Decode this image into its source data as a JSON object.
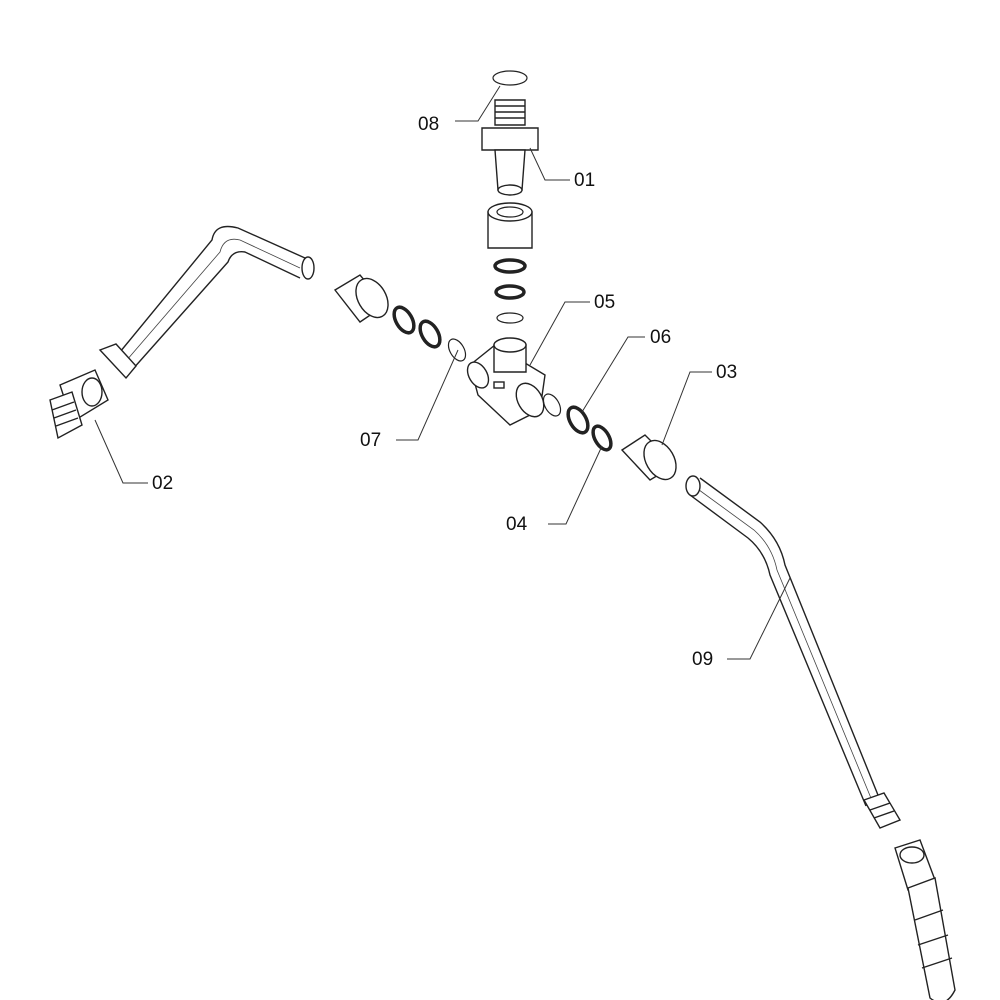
{
  "diagram": {
    "labels": {
      "p01": "01",
      "p02": "02",
      "p03": "03",
      "p04": "04",
      "p05": "05",
      "p06": "06",
      "p07": "07",
      "p08": "08",
      "p09": "09"
    }
  }
}
